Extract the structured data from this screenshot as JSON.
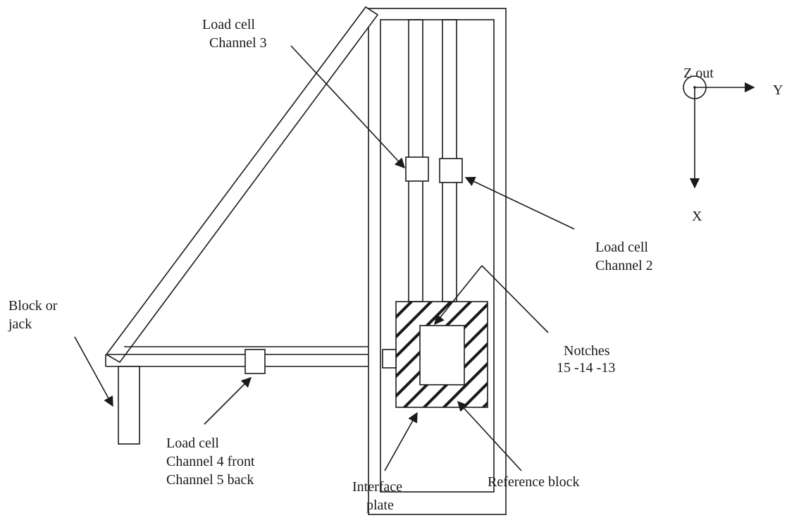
{
  "labels": {
    "load_cell_ch3": [
      "Load cell",
      "Channel 3"
    ],
    "z_out": "Z out",
    "axis_y": "Y",
    "axis_x": "X",
    "load_cell_ch2": [
      "Load cell",
      "Channel 2"
    ],
    "block_or_jack": [
      "Block or",
      "jack"
    ],
    "notches": [
      "Notches",
      "15 -14 -13"
    ],
    "load_cell_ch45": [
      "Load cell",
      "Channel 4 front",
      "Channel 5 back"
    ],
    "interface_plate": [
      "Interface",
      "plate"
    ],
    "reference_block": "Reference block"
  },
  "colors": {
    "ink": "#1a1a1a",
    "background": "#ffffff"
  }
}
